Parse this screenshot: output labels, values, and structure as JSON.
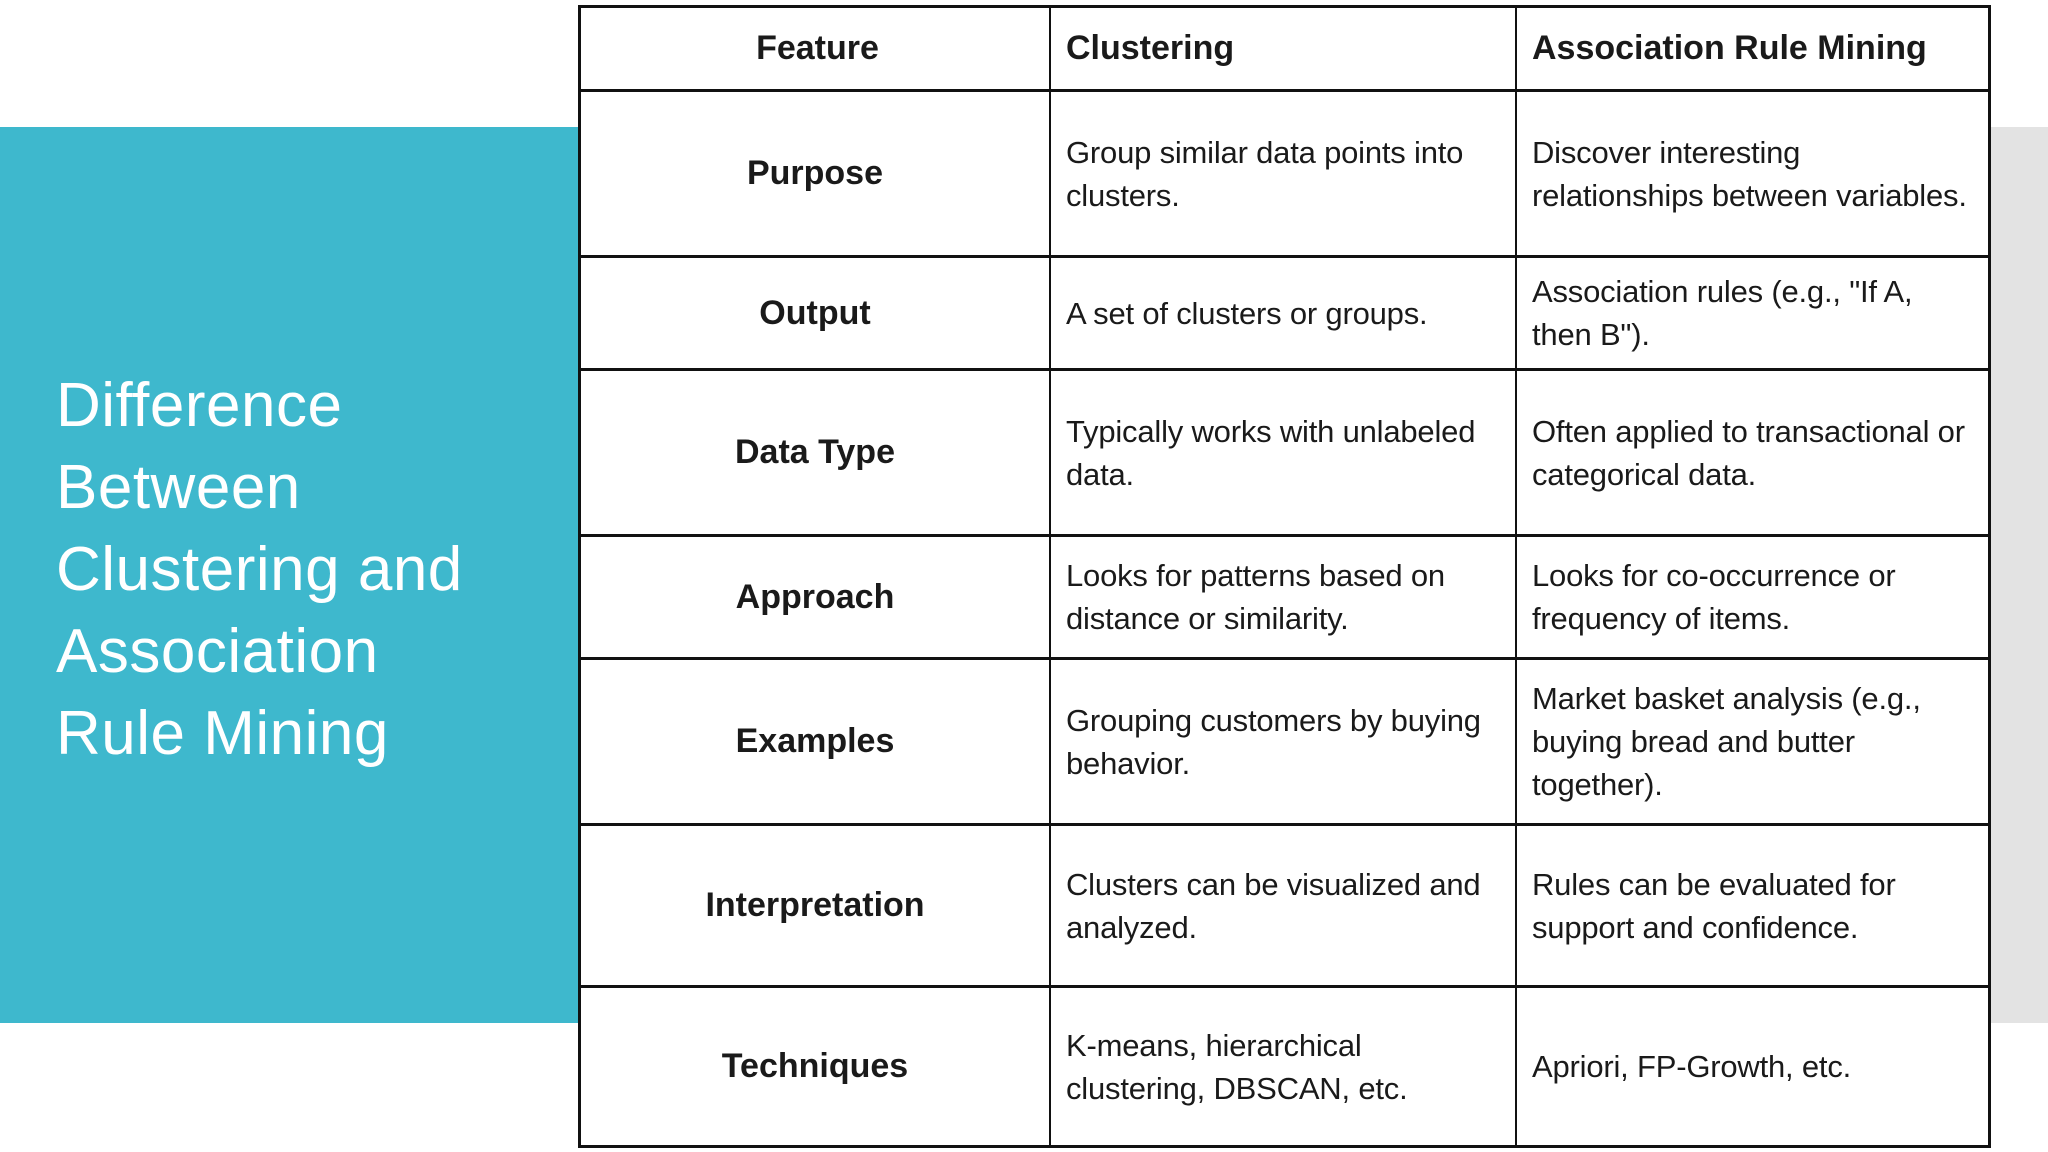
{
  "slide": {
    "title_text": "Difference Between Clustering and Association Rule Mining",
    "title_lines": [
      "Difference",
      "Between",
      "Clustering and",
      "Association",
      "Rule Mining"
    ]
  },
  "colors": {
    "accent": "#3eb8cd",
    "side_strip": "#e3e3e3",
    "table_border": "#111111",
    "text": "#1a1a1a",
    "title_text": "#ffffff"
  },
  "table": {
    "headers": [
      "Feature",
      "Clustering",
      "Association Rule Mining"
    ],
    "rows": [
      {
        "feature": "Purpose",
        "clustering": "Group similar data points into clusters.",
        "association": "Discover interesting relationships between variables."
      },
      {
        "feature": "Output",
        "clustering": "A set of clusters or groups.",
        "association": "Association rules (e.g., \"If A, then B\")."
      },
      {
        "feature": "Data Type",
        "clustering": "Typically works with unlabeled data.",
        "association": "Often applied to transactional or categorical data."
      },
      {
        "feature": "Approach",
        "clustering": "Looks for patterns based on distance or similarity.",
        "association": "Looks for co-occurrence or frequency of items."
      },
      {
        "feature": "Examples",
        "clustering": "Grouping customers by buying behavior.",
        "association": "Market basket analysis (e.g., buying bread and butter together)."
      },
      {
        "feature": "Interpretation",
        "clustering": "Clusters can be visualized and analyzed.",
        "association": "Rules can be evaluated for support and confidence."
      },
      {
        "feature": "Techniques",
        "clustering": "K-means, hierarchical clustering, DBSCAN, etc.",
        "association": "Apriori, FP-Growth, etc."
      }
    ]
  }
}
